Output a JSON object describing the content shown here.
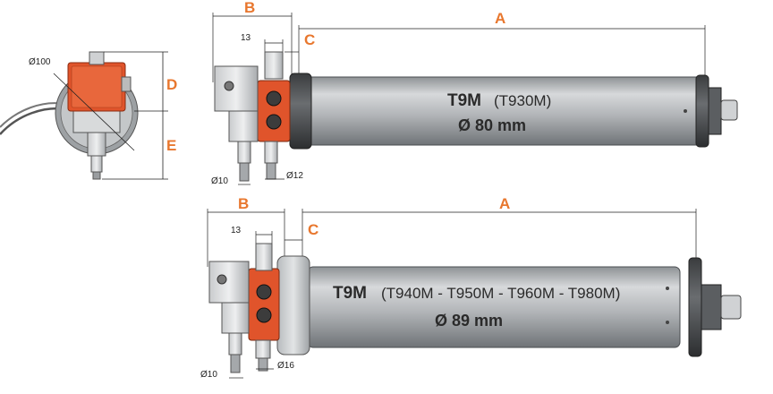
{
  "front_view": {
    "diameter_label": "Ø100",
    "label_d": "D",
    "label_e": "E"
  },
  "motor_top": {
    "label_b": "B",
    "label_a": "A",
    "label_c": "C",
    "dim_13": "13",
    "dim_shaft": "Ø10",
    "dim_collar": "Ø12",
    "model_bold": "T9M",
    "model_variants": "(T930M)",
    "tube_diameter": "Ø 80 mm"
  },
  "motor_bottom": {
    "label_b": "B",
    "label_a": "A",
    "label_c": "C",
    "dim_13": "13",
    "dim_shaft": "Ø10",
    "dim_collar": "Ø16",
    "model_bold": "T9M",
    "model_variants": "(T940M - T950M - T960M - T980M)",
    "tube_diameter": "Ø 89 mm"
  },
  "colors": {
    "accent_orange": "#e8772e",
    "head_red": "#e0542b",
    "tube_gray": "#b9bcbf"
  }
}
